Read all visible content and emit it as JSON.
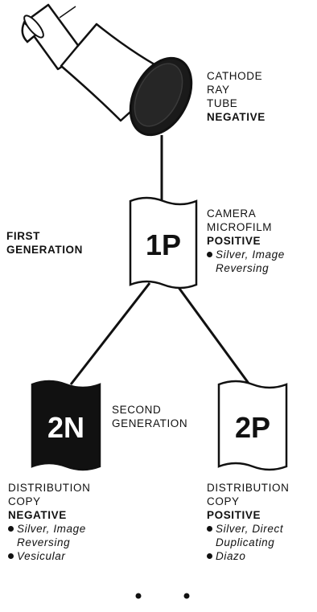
{
  "crt": {
    "lines": [
      "CATHODE",
      "RAY",
      "TUBE"
    ],
    "polarity": "NEGATIVE"
  },
  "camera": {
    "lines": [
      "CAMERA",
      "MICROFILM"
    ],
    "polarity": "POSITIVE",
    "bullets": [
      [
        "Silver, Image",
        "Reversing"
      ]
    ]
  },
  "first_generation": [
    "FIRST",
    "GENERATION"
  ],
  "second_generation": [
    "SECOND",
    "GENERATION"
  ],
  "films": {
    "p1": "1P",
    "n2": "2N",
    "p2": "2P"
  },
  "dist_negative": {
    "lines": [
      "DISTRIBUTION",
      "COPY"
    ],
    "polarity": "NEGATIVE",
    "bullets": [
      [
        "Silver, Image",
        "Reversing"
      ],
      [
        "Vesicular"
      ]
    ]
  },
  "dist_positive": {
    "lines": [
      "DISTRIBUTION",
      "COPY"
    ],
    "polarity": "POSITIVE",
    "bullets": [
      [
        "Silver, Direct",
        "Duplicating"
      ],
      [
        "Diazo"
      ]
    ]
  },
  "colors": {
    "ink": "#111111",
    "paper": "#ffffff",
    "screen": "#1a1a1a"
  }
}
